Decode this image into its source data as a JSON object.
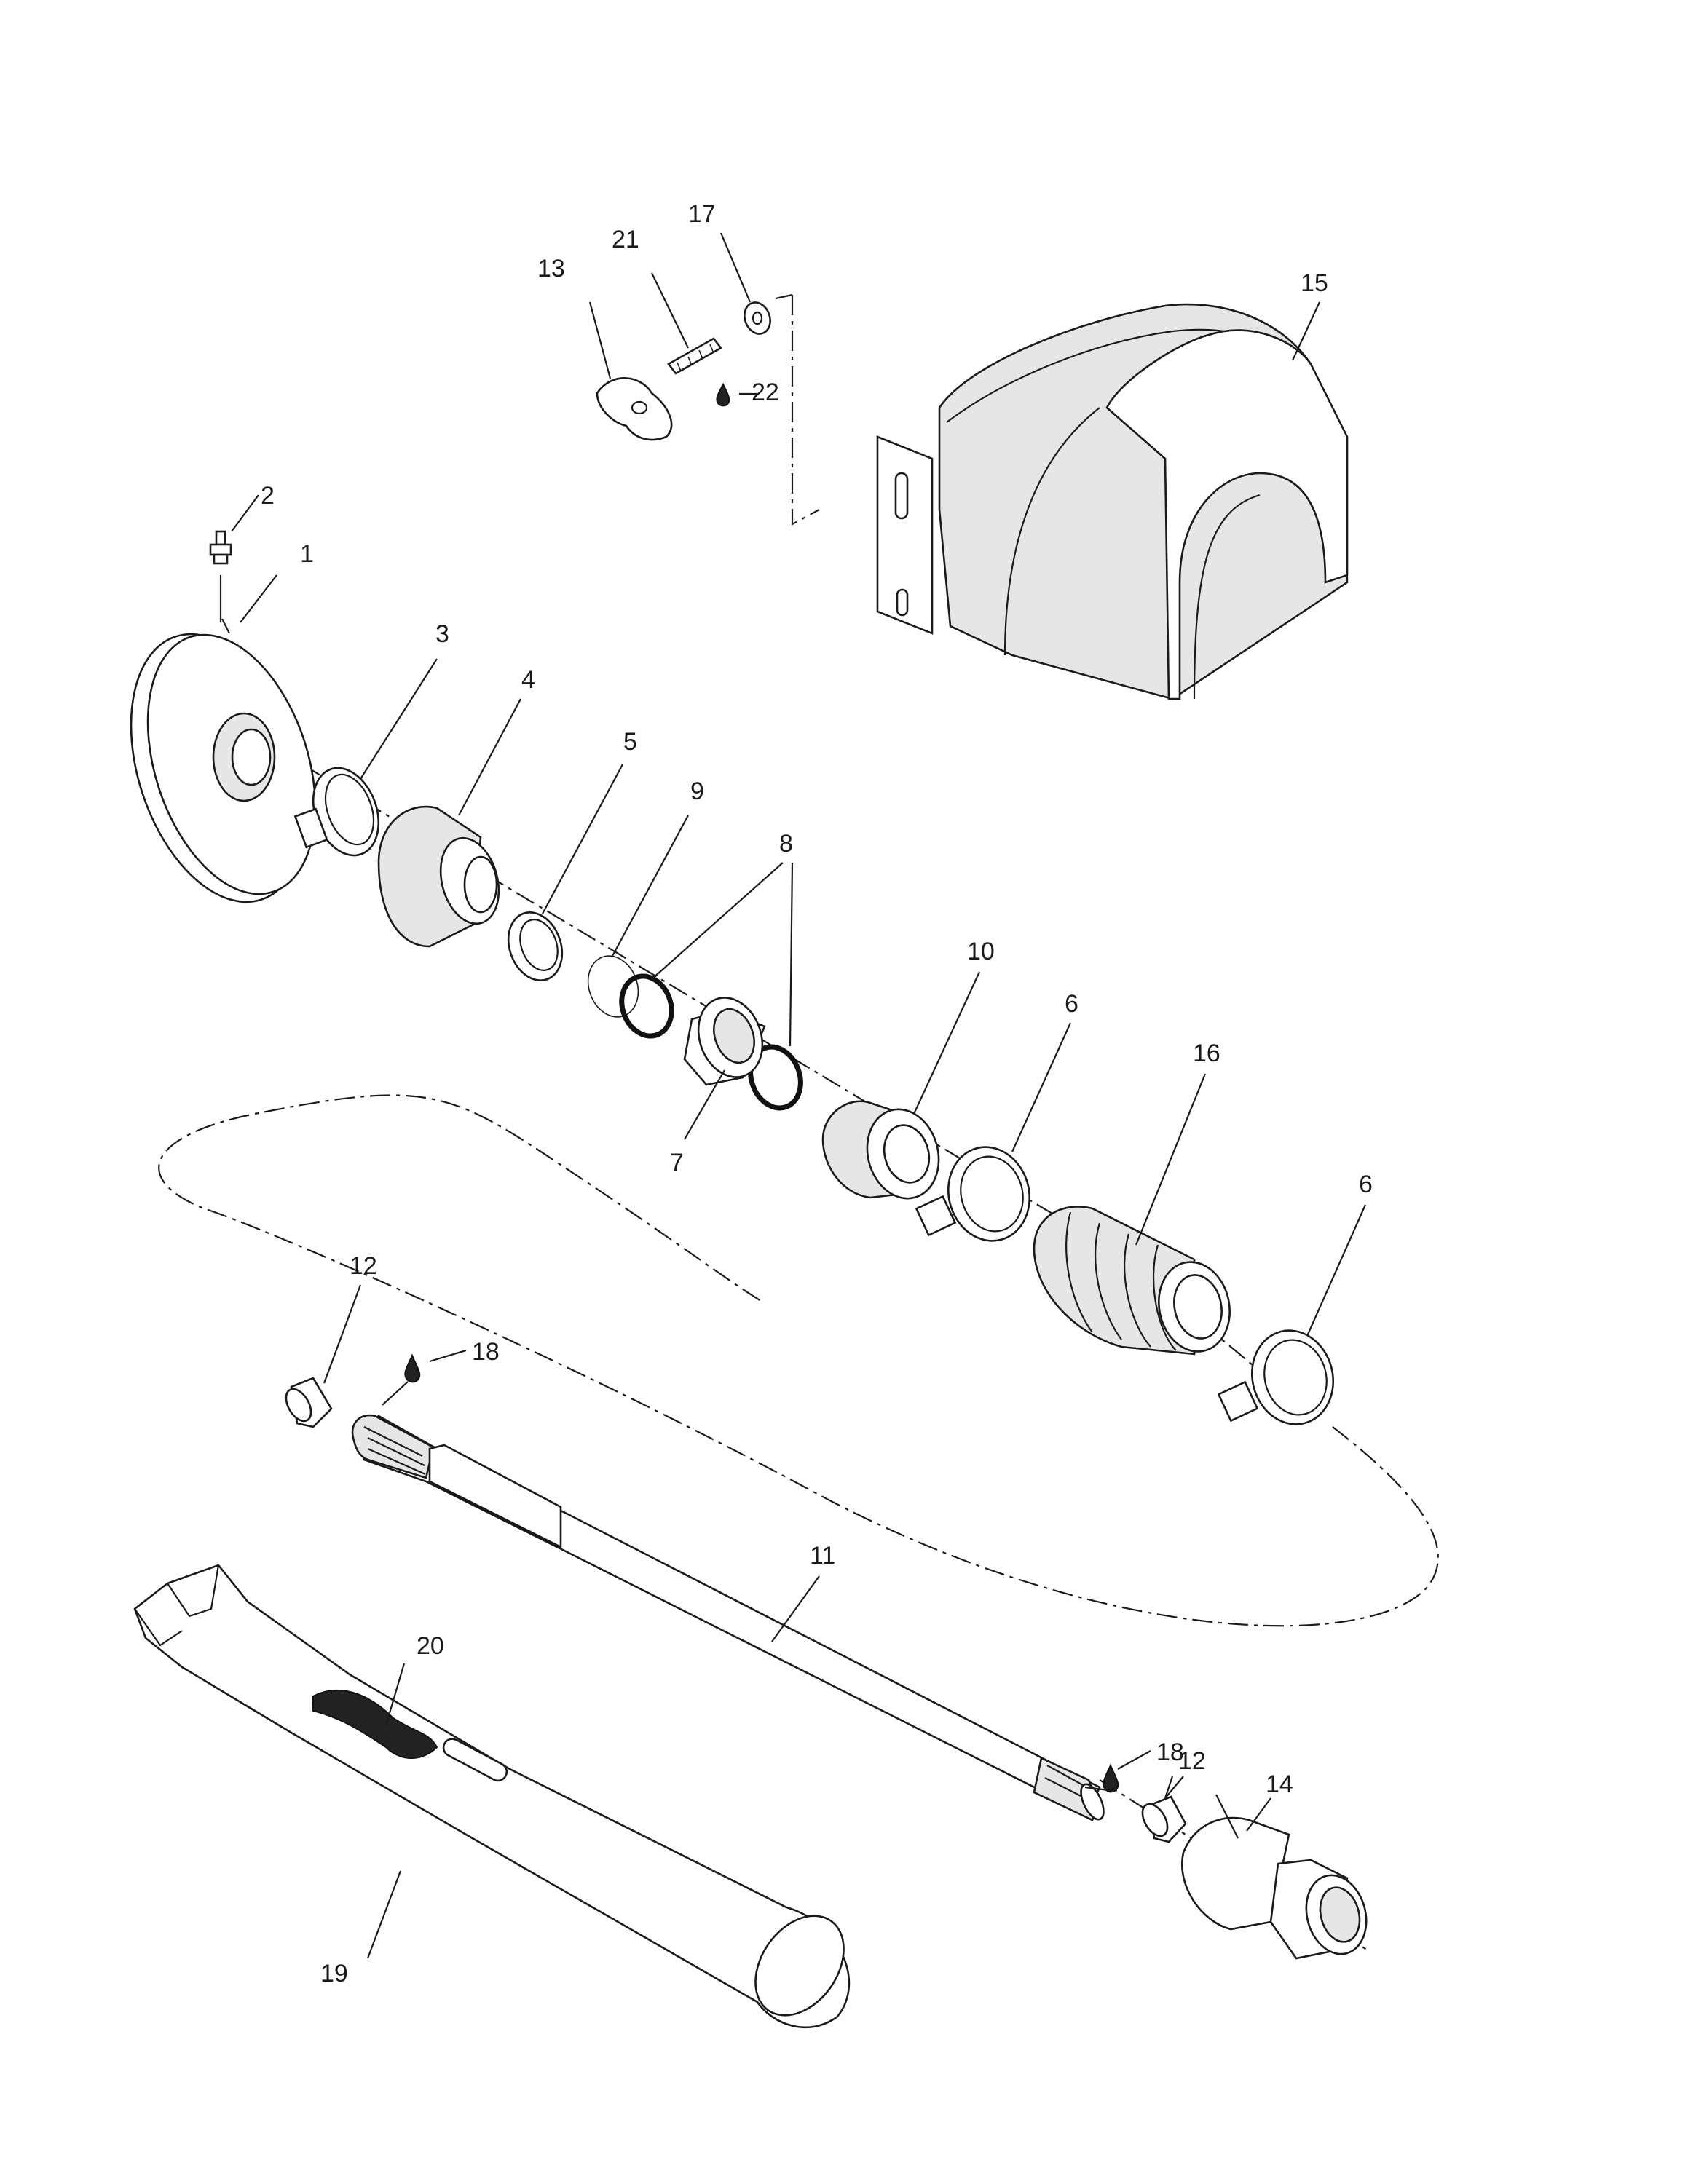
{
  "diagram": {
    "callouts": [
      {
        "id": "c1",
        "text": "1"
      },
      {
        "id": "c2",
        "text": "2"
      },
      {
        "id": "c3",
        "text": "3"
      },
      {
        "id": "c4",
        "text": "4"
      },
      {
        "id": "c5",
        "text": "5"
      },
      {
        "id": "c6a",
        "text": "6"
      },
      {
        "id": "c6b",
        "text": "6"
      },
      {
        "id": "c7",
        "text": "7"
      },
      {
        "id": "c8",
        "text": "8"
      },
      {
        "id": "c9",
        "text": "9"
      },
      {
        "id": "c10",
        "text": "10"
      },
      {
        "id": "c11",
        "text": "11"
      },
      {
        "id": "c12a",
        "text": "12"
      },
      {
        "id": "c12b",
        "text": "12"
      },
      {
        "id": "c13",
        "text": "13"
      },
      {
        "id": "c14",
        "text": "14"
      },
      {
        "id": "c15",
        "text": "15"
      },
      {
        "id": "c16",
        "text": "16"
      },
      {
        "id": "c17",
        "text": "17"
      },
      {
        "id": "c18a",
        "text": "18"
      },
      {
        "id": "c18b",
        "text": "18"
      },
      {
        "id": "c19",
        "text": "19"
      },
      {
        "id": "c20",
        "text": "20"
      },
      {
        "id": "c21",
        "text": "21"
      },
      {
        "id": "c22",
        "text": "22"
      }
    ]
  }
}
